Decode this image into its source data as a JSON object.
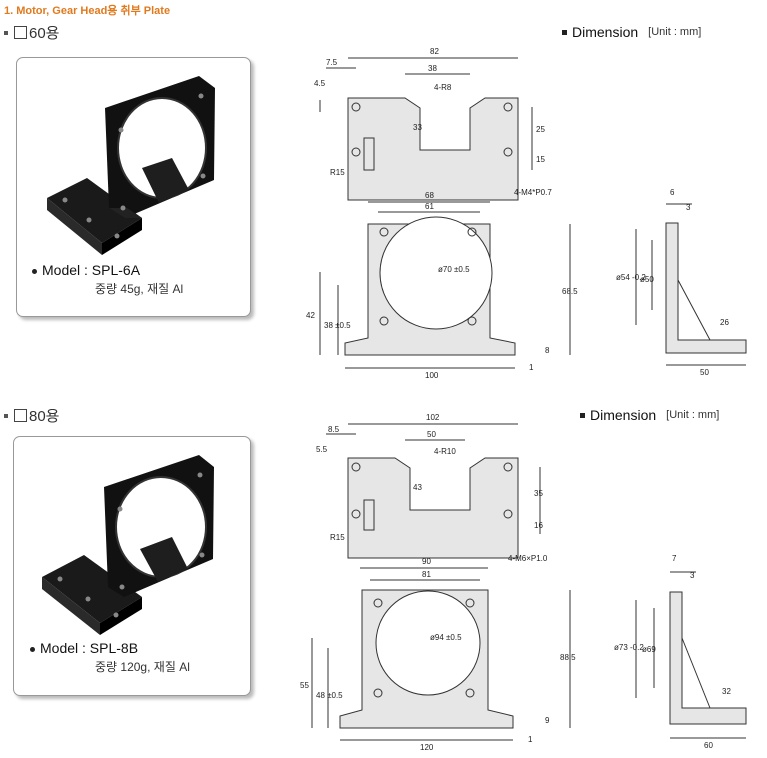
{
  "page_title": "1. Motor, Gear Head용 취부 Plate",
  "sections": [
    {
      "size_label": "60용",
      "dimension_label": "Dimension",
      "unit_label": "[Unit : mm]",
      "model_label": "Model : SPL-6A",
      "spec_label": "중량 45g, 재질 Al",
      "top_dims": {
        "width": "82",
        "inner": "38",
        "edge": "7.5",
        "hole_v": "4.5",
        "slot": "4-R8",
        "slot_depth": "33",
        "right1": "25",
        "right2": "15",
        "radius": "R15"
      },
      "front_dims": {
        "outer": "68",
        "inner": "61",
        "thread": "4-M4*P0.7",
        "diameter": "ø70 ±0.5",
        "height": "68.5",
        "h42": "42",
        "h38": "38 ±0.5",
        "base": "100",
        "foot": "8",
        "thick": "1"
      },
      "side_dims": {
        "top1": "6",
        "top2": "3",
        "d1": "ø54 -0.2",
        "d2": "ø50",
        "rib": "26",
        "base": "50"
      }
    },
    {
      "size_label": "80용",
      "dimension_label": "Dimension",
      "unit_label": "[Unit : mm]",
      "model_label": "Model : SPL-8B",
      "spec_label": "중량 120g, 재질 Al",
      "top_dims": {
        "width": "102",
        "inner": "50",
        "edge": "8.5",
        "hole_v": "5.5",
        "slot": "4-R10",
        "slot_depth": "43",
        "right1": "35",
        "right2": "16",
        "radius": "R15"
      },
      "front_dims": {
        "outer": "90",
        "inner": "81",
        "thread": "4-M6×P1.0",
        "diameter": "ø94 ±0.5",
        "height": "88.5",
        "h42": "55",
        "h38": "48 ±0.5",
        "base": "120",
        "foot": "9",
        "thick": "1"
      },
      "side_dims": {
        "top1": "7",
        "top2": "3",
        "d1": "ø73 -0.2",
        "d2": "ø69",
        "rib": "32",
        "base": "60"
      }
    }
  ],
  "colors": {
    "title": "#e07a1f",
    "part_fill": "#e6e6e6",
    "line": "#333333"
  }
}
